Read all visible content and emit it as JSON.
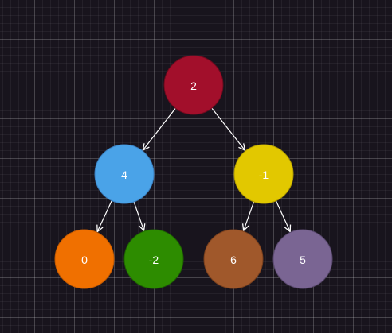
{
  "diagram": {
    "nodes": [
      {
        "id": "root",
        "label": "2",
        "fill": "#a20f2b",
        "stroke": "#6f0a1e"
      },
      {
        "id": "left",
        "label": "4",
        "fill": "#4aa3e8",
        "stroke": "#3a7fc0"
      },
      {
        "id": "right",
        "label": "-1",
        "fill": "#e2c800",
        "stroke": "#b39e00"
      },
      {
        "id": "left-left",
        "label": "0",
        "fill": "#f07000",
        "stroke": "#c45a00"
      },
      {
        "id": "left-right",
        "label": "-2",
        "fill": "#2d8c00",
        "stroke": "#1f6600"
      },
      {
        "id": "right-left",
        "label": "6",
        "fill": "#a0582b",
        "stroke": "#7a401d"
      },
      {
        "id": "right-right",
        "label": "5",
        "fill": "#7a6593",
        "stroke": "#5b4a70"
      }
    ],
    "edges": [
      {
        "from": "root",
        "to": "left"
      },
      {
        "from": "root",
        "to": "right"
      },
      {
        "from": "left",
        "to": "left-left"
      },
      {
        "from": "left",
        "to": "left-right"
      },
      {
        "from": "right",
        "to": "right-left"
      },
      {
        "from": "right",
        "to": "right-right"
      }
    ],
    "edge_color": "#ffffff"
  }
}
